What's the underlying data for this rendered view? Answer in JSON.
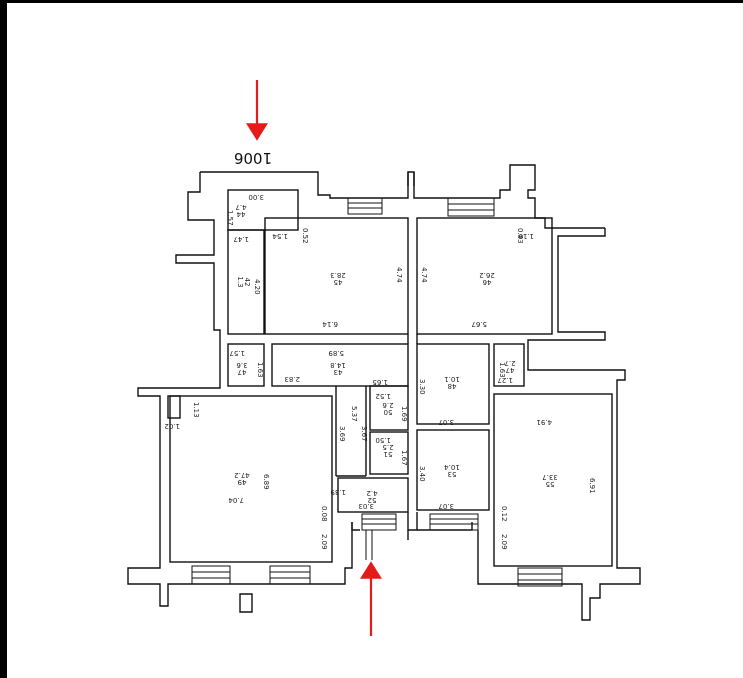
{
  "plan_number": "1006",
  "colors": {
    "wall": "#111111",
    "arrow": "#e41b1b",
    "background": "#ffffff",
    "fill": "#f4f4f4"
  },
  "rooms": [
    {
      "id": "r1",
      "label": "44",
      "area": "4.7",
      "dims": [
        "3.00",
        "1.57"
      ]
    },
    {
      "id": "r2",
      "label": "42",
      "area": "1.3",
      "dims": [
        "4.20",
        "1.47"
      ]
    },
    {
      "id": "r3",
      "label": "45",
      "area": "28.3",
      "dims": [
        "4.74",
        "6.14",
        "1.54",
        "0.52"
      ]
    },
    {
      "id": "r4",
      "label": "46",
      "area": "26.2",
      "dims": [
        "4.74",
        "5.67",
        "1.19",
        "0.53"
      ]
    },
    {
      "id": "r5",
      "label": "47",
      "area": "3.6",
      "dims": [
        "1.57",
        "1.63"
      ]
    },
    {
      "id": "r6",
      "label": "43",
      "area": "14.8",
      "dims": [
        "5.89",
        "2.83",
        "5.37",
        "3.69"
      ]
    },
    {
      "id": "r7",
      "label": "47",
      "area": "2.7",
      "dims": [
        "1.63",
        "1.27"
      ]
    },
    {
      "id": "r8",
      "label": "48",
      "area": "10.1",
      "dims": [
        "3.30",
        "3.07"
      ]
    },
    {
      "id": "r9",
      "label": "50",
      "area": "2.6",
      "dims": [
        "1.52",
        "1.69",
        "1.65"
      ]
    },
    {
      "id": "r10",
      "label": "51",
      "area": "2.5",
      "dims": [
        "1.50",
        "1.67",
        "3.67"
      ]
    },
    {
      "id": "r11",
      "label": "53",
      "area": "10.4",
      "dims": [
        "3.40",
        "3.07"
      ]
    },
    {
      "id": "r12",
      "label": "49",
      "area": "47.2",
      "dims": [
        "6.89",
        "7.04",
        "0.08",
        "2.09"
      ]
    },
    {
      "id": "r13",
      "label": "55",
      "area": "33.7",
      "dims": [
        "4.91",
        "6.91",
        "0.12",
        "2.09"
      ]
    },
    {
      "id": "r14",
      "label": "52",
      "area": "4.2",
      "dims": [
        "3.03",
        "1.39"
      ]
    },
    {
      "id": "r15",
      "label": "",
      "area": "",
      "dims": [
        "1.13",
        "1.02"
      ]
    }
  ],
  "markers": {
    "top_arrow": "entrance-arrow",
    "bottom_arrow": "entrance-arrow"
  }
}
